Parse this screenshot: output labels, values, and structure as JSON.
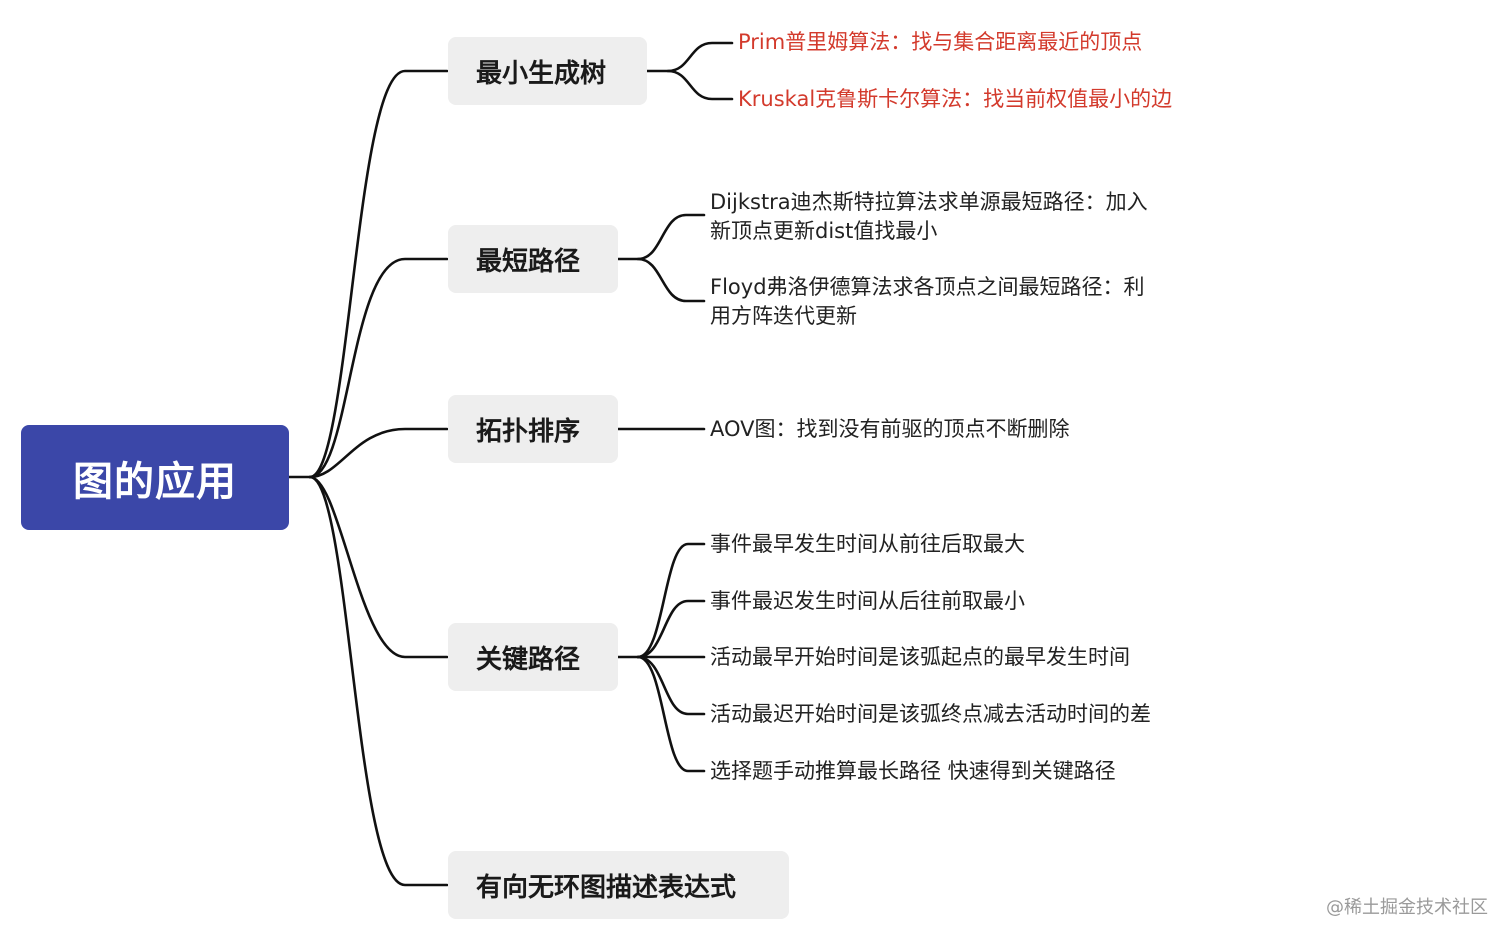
{
  "root": {
    "label": "图的应用"
  },
  "branches": [
    {
      "label": "最小生成树",
      "leaves": [
        {
          "text": "Prim普里姆算法：找与集合距离最近的顶点",
          "color": "#d33a2c"
        },
        {
          "text": "Kruskal克鲁斯卡尔算法：找当前权值最小的边",
          "color": "#d33a2c"
        }
      ]
    },
    {
      "label": "最短路径",
      "leaves": [
        {
          "line1": "Dijkstra迪杰斯特拉算法求单源最短路径：加入",
          "line2": "新顶点更新dist值找最小"
        },
        {
          "line1": "Floyd弗洛伊德算法求各顶点之间最短路径：利",
          "line2": "用方阵迭代更新"
        }
      ]
    },
    {
      "label": "拓扑排序",
      "leaves": [
        {
          "text": "AOV图：找到没有前驱的顶点不断删除"
        }
      ]
    },
    {
      "label": "关键路径",
      "leaves": [
        {
          "text": "事件最早发生时间从前往后取最大"
        },
        {
          "text": "事件最迟发生时间从后往前取最小"
        },
        {
          "text": "活动最早开始时间是该弧起点的最早发生时间"
        },
        {
          "text": "活动最迟开始时间是该弧终点减去活动时间的差"
        },
        {
          "text": "选择题手动推算最长路径 快速得到关键路径"
        }
      ]
    },
    {
      "label": "有向无环图描述表达式",
      "leaves": []
    }
  ],
  "watermark": "@稀土掘金技术社区",
  "colors": {
    "root_bg": "#3b47a8",
    "branch_bg": "#eeeeee",
    "highlight": "#d33a2c",
    "line": "#111111"
  }
}
